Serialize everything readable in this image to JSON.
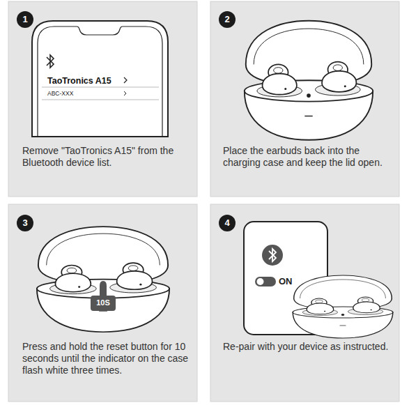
{
  "diagram": {
    "nodes": [
      {
        "text": [
          "Remove \"TaoTronics A15\" from the Bluetooth device list."
        ]
      },
      {
        "text": [
          "1"
        ],
        "in": 0
      },
      {
        "text": [
          "TaoTronics A15",
          "ABC-XXX"
        ],
        "in": 0
      },
      {
        "text": [
          "Place the earbuds back into the charging case and keep the lid open."
        ]
      },
      {
        "text": [
          "2"
        ],
        "in": 3
      },
      {
        "text": [
          "Press and hold the reset button for 10 seconds until the indicator on the case flash white three times."
        ]
      },
      {
        "text": [
          "3"
        ],
        "in": 5
      },
      {
        "text": [
          "Re-pair with your device as instructed."
        ]
      },
      {
        "text": [
          "4"
        ],
        "in": 7
      }
    ],
    "labels": [
      "10S",
      "ON"
    ]
  }
}
